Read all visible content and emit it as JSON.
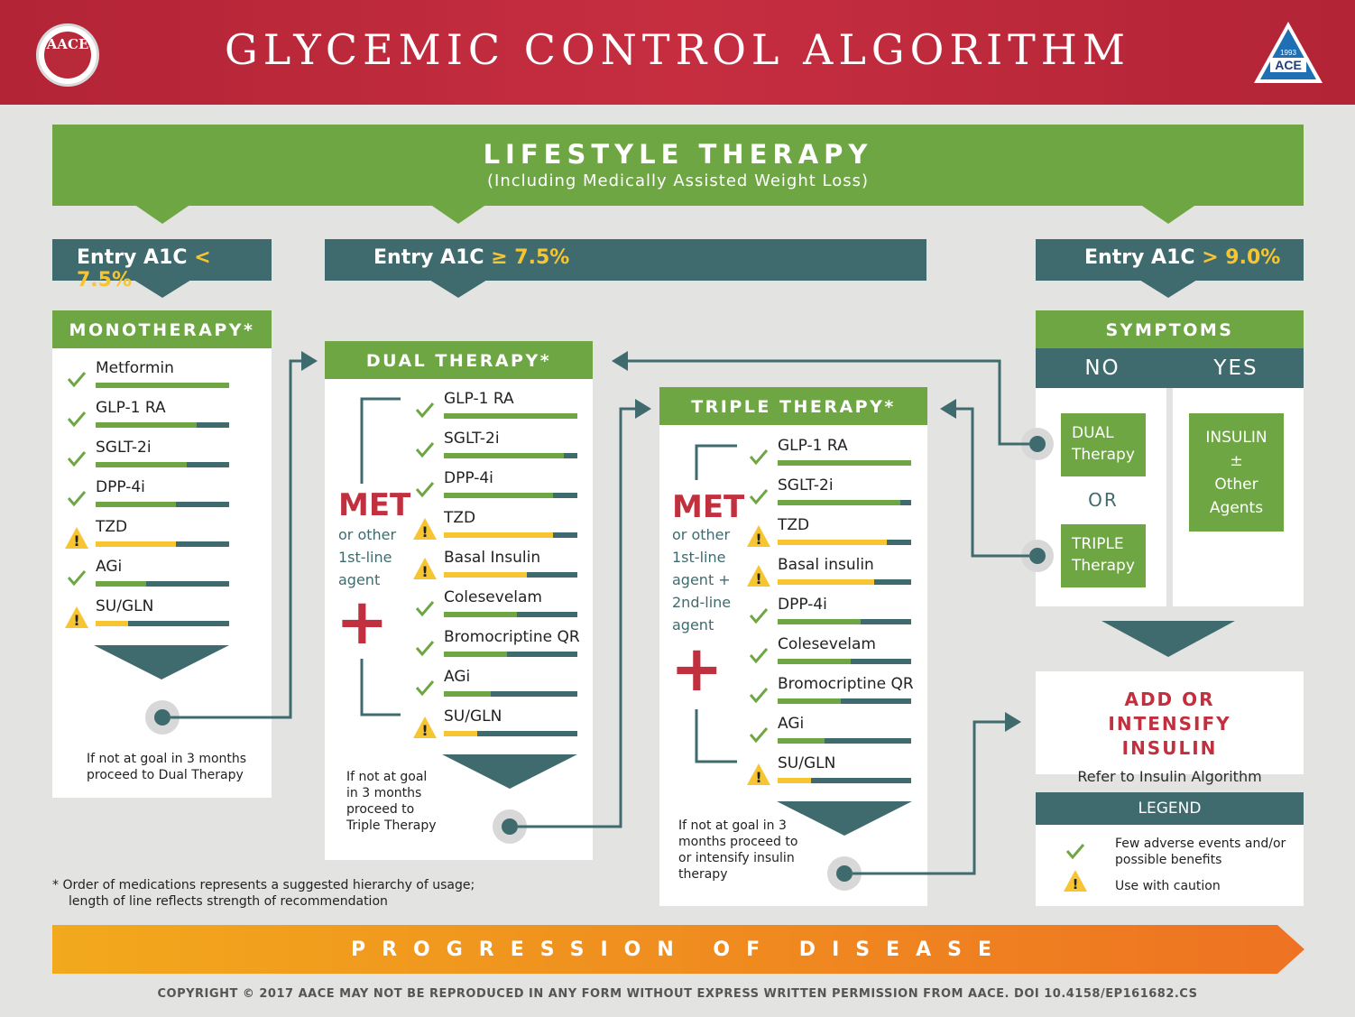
{
  "header": {
    "title": "GLYCEMIC CONTROL ALGORITHM",
    "aace_logo_text": "AACE",
    "ace_logo_text": "ACE",
    "ace_logo_year": "1993"
  },
  "lifestyle": {
    "title": "LIFESTYLE THERAPY",
    "subtitle": "(Including Medically Assisted Weight Loss)"
  },
  "entries": {
    "low": {
      "label": "Entry A1C ",
      "value": "< 7.5%"
    },
    "mid": {
      "label": "Entry A1C ",
      "value": "≥ 7.5%"
    },
    "high": {
      "label": "Entry A1C ",
      "value": "> 9.0%"
    }
  },
  "monotherapy": {
    "title": "MONOTHERAPY*",
    "items": [
      {
        "name": "Metformin",
        "status": "check",
        "strength": 1.0
      },
      {
        "name": "GLP-1 RA",
        "status": "check",
        "strength": 0.76
      },
      {
        "name": "SGLT-2i",
        "status": "check",
        "strength": 0.68
      },
      {
        "name": "DPP-4i",
        "status": "check",
        "strength": 0.6
      },
      {
        "name": "TZD",
        "status": "caution",
        "strength": 0.6
      },
      {
        "name": "AGi",
        "status": "check",
        "strength": 0.38
      },
      {
        "name": "SU/GLN",
        "status": "caution",
        "strength": 0.24
      }
    ],
    "note": "If not at goal in 3 months proceed to Dual Therapy"
  },
  "dual": {
    "title": "DUAL THERAPY*",
    "met": "MET",
    "met_sub": [
      "or other",
      "1st-line",
      "agent"
    ],
    "plus": "+",
    "items": [
      {
        "name": "GLP-1 RA",
        "status": "check",
        "strength": 1.0
      },
      {
        "name": "SGLT-2i",
        "status": "check",
        "strength": 0.9
      },
      {
        "name": "DPP-4i",
        "status": "check",
        "strength": 0.82
      },
      {
        "name": "TZD",
        "status": "caution",
        "strength": 0.82
      },
      {
        "name": "Basal Insulin",
        "status": "caution",
        "strength": 0.62
      },
      {
        "name": "Colesevelam",
        "status": "check",
        "strength": 0.55
      },
      {
        "name": "Bromocriptine QR",
        "status": "check",
        "strength": 0.47
      },
      {
        "name": "AGi",
        "status": "check",
        "strength": 0.35
      },
      {
        "name": "SU/GLN",
        "status": "caution",
        "strength": 0.25
      }
    ],
    "note": "If not at goal in 3 months proceed to Triple Therapy"
  },
  "triple": {
    "title": "TRIPLE THERAPY*",
    "met": "MET",
    "met_sub": [
      "or other",
      "1st-line",
      "agent +",
      "2nd-line",
      "agent"
    ],
    "plus": "+",
    "items": [
      {
        "name": "GLP-1 RA",
        "status": "check",
        "strength": 1.0
      },
      {
        "name": "SGLT-2i",
        "status": "check",
        "strength": 0.92
      },
      {
        "name": "TZD",
        "status": "caution",
        "strength": 0.82
      },
      {
        "name": "Basal insulin",
        "status": "caution",
        "strength": 0.72
      },
      {
        "name": "DPP-4i",
        "status": "check",
        "strength": 0.62
      },
      {
        "name": "Colesevelam",
        "status": "check",
        "strength": 0.55
      },
      {
        "name": "Bromocriptine QR",
        "status": "check",
        "strength": 0.47
      },
      {
        "name": "AGi",
        "status": "check",
        "strength": 0.35
      },
      {
        "name": "SU/GLN",
        "status": "caution",
        "strength": 0.25
      }
    ],
    "note": "If not at goal in 3 months proceed to or intensify insulin therapy"
  },
  "symptoms": {
    "title": "SYMPTOMS",
    "no": "NO",
    "yes": "YES",
    "dual_box": "DUAL Therapy",
    "or": "OR",
    "triple_box": "TRIPLE Therapy",
    "insulin_box": [
      "INSULIN",
      "±",
      "Other",
      "Agents"
    ]
  },
  "intensify": {
    "title": "ADD OR INTENSIFY INSULIN",
    "sub": "Refer to Insulin Algorithm"
  },
  "legend": {
    "title": "LEGEND",
    "check_text": "Few adverse events and/or possible benefits",
    "caution_text": "Use with caution"
  },
  "footnote": "* Order of medications represents a suggested hierarchy of usage; length of line reflects strength of recommendation",
  "progression": "PROGRESSION OF DISEASE",
  "copyright": "COPYRIGHT © 2017 AACE MAY NOT BE REPRODUCED IN ANY FORM WITHOUT EXPRESS WRITTEN PERMISSION FROM AACE. DOI 10.4158/EP161682.CS",
  "colors": {
    "green": "#6fa644",
    "teal": "#3f6b6e",
    "red": "#c1303e",
    "yellow": "#f7c531",
    "orange_start": "#f2a91c",
    "orange_end": "#ee7222"
  }
}
